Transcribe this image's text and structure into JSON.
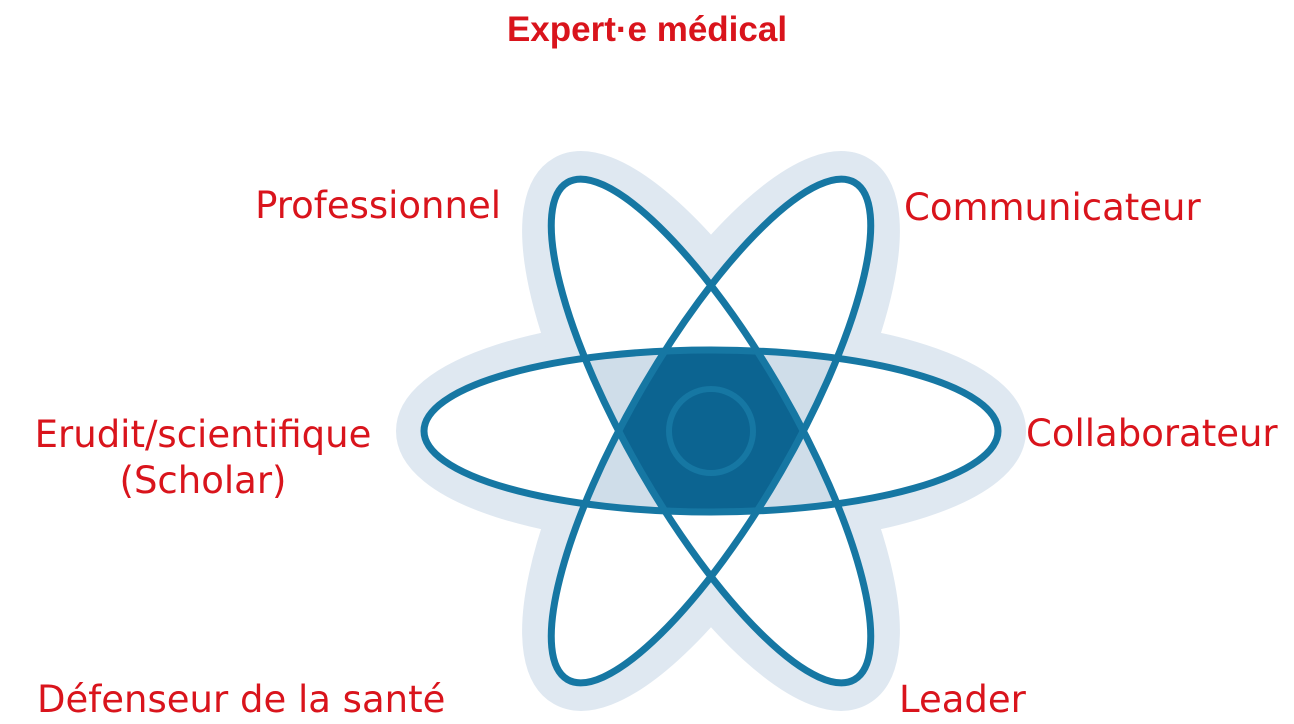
{
  "title": "Expert·e médical",
  "roles": {
    "professionnel": "Professionnel",
    "communicateur": "Communicateur",
    "erudit_line1": "Erudit/scientifique",
    "erudit_line2": "(Scholar)",
    "collaborateur": "Collaborateur",
    "defenseur": "Défenseur de la santé",
    "leader": "Leader"
  },
  "colors": {
    "text_red": "#d9141c",
    "ellipse_stroke": "#1677a3",
    "halo": "#dfe8f1",
    "core": "#0c6491",
    "overlap": "#cfdde9"
  }
}
